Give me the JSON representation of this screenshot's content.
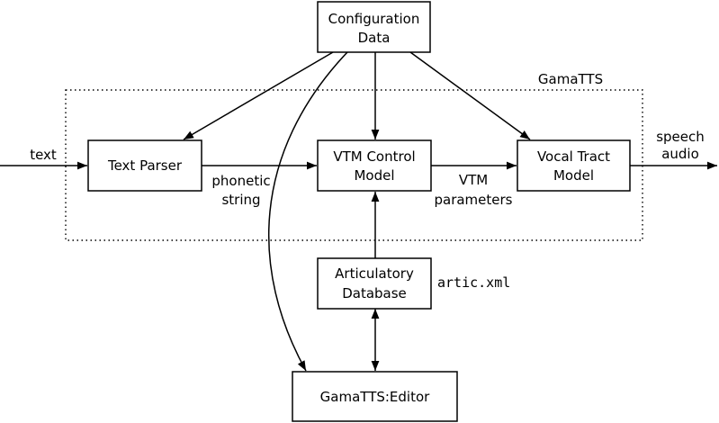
{
  "group_label": "GamaTTS",
  "nodes": {
    "config": {
      "line1": "Configuration",
      "line2": "Data"
    },
    "text_parser": {
      "label": "Text Parser"
    },
    "vtm_control": {
      "line1": "VTM Control",
      "line2": "Model"
    },
    "vocal_tract": {
      "line1": "Vocal Tract",
      "line2": "Model"
    },
    "artic_db": {
      "line1": "Articulatory",
      "line2": "Database"
    },
    "editor": {
      "label": "GamaTTS:Editor"
    }
  },
  "edge_labels": {
    "input_text": "text",
    "phonetic_line1": "phonetic",
    "phonetic_line2": "string",
    "vtm_params_line1": "VTM",
    "vtm_params_line2": "parameters",
    "output_line1": "speech",
    "output_line2": "audio",
    "artic_file": "artic.xml"
  }
}
